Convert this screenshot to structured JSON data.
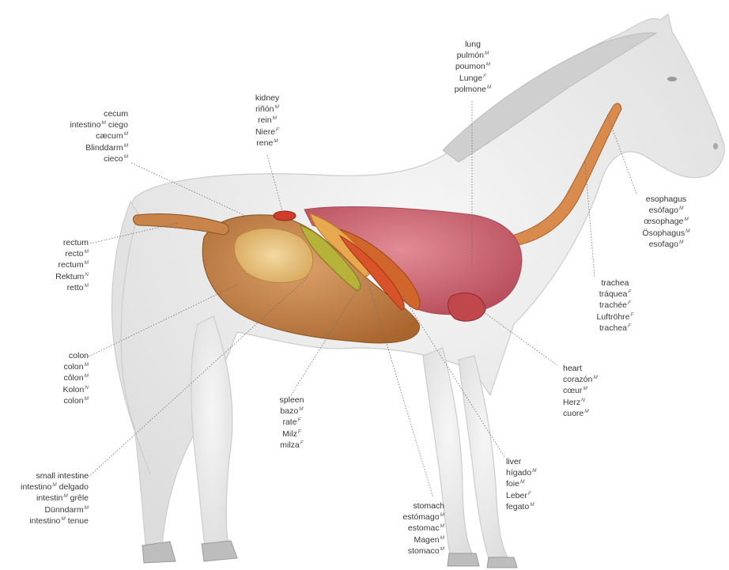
{
  "colors": {
    "horse_body": "#ececec",
    "horse_outline": "#c9c9c9",
    "lung": "#d9707c",
    "liver": "#c97a3a",
    "intestine": "#c8844a",
    "small_intestine": "#e6c27a",
    "spleen": "#d8532a",
    "stomach": "#b7b23a",
    "kidney": "#cf3c2c",
    "esophagus": "#d98a4d",
    "leader_line": "#6f6f6f",
    "text": "#3a3a3a"
  },
  "labels": {
    "cecum": {
      "lines": [
        {
          "t": "cecum"
        },
        {
          "t": "intestino",
          "g": "M",
          "r": " ciego"
        },
        {
          "t": "cæcum",
          "g": "M"
        },
        {
          "t": "Blinddarm",
          "g": "M"
        },
        {
          "t": "cieco",
          "g": "M"
        }
      ]
    },
    "kidney": {
      "lines": [
        {
          "t": "kidney"
        },
        {
          "t": "riñón",
          "g": "M"
        },
        {
          "t": "rein",
          "g": "M"
        },
        {
          "t": "Niere",
          "g": "F"
        },
        {
          "t": "rene",
          "g": "M"
        }
      ]
    },
    "lung": {
      "lines": [
        {
          "t": "lung"
        },
        {
          "t": "pulmón",
          "g": "M"
        },
        {
          "t": "poumon",
          "g": "M"
        },
        {
          "t": "Lunge",
          "g": "F"
        },
        {
          "t": "polmone",
          "g": "M"
        }
      ]
    },
    "esophagus": {
      "lines": [
        {
          "t": "esophagus"
        },
        {
          "t": "esófago",
          "g": "M"
        },
        {
          "t": "œsophage",
          "g": "M"
        },
        {
          "t": "Ösophagus",
          "g": "M"
        },
        {
          "t": "esofago",
          "g": "M"
        }
      ]
    },
    "trachea": {
      "lines": [
        {
          "t": "trachea"
        },
        {
          "t": "tráquea",
          "g": "F"
        },
        {
          "t": "trachée",
          "g": "F"
        },
        {
          "t": "Luftröhre",
          "g": "F"
        },
        {
          "t": "trachea",
          "g": "F"
        }
      ]
    },
    "rectum": {
      "lines": [
        {
          "t": "rectum"
        },
        {
          "t": "recto",
          "g": "M"
        },
        {
          "t": "rectum",
          "g": "M"
        },
        {
          "t": "Rektum",
          "g": "N"
        },
        {
          "t": "retto",
          "g": "M"
        }
      ]
    },
    "colon": {
      "lines": [
        {
          "t": "colon"
        },
        {
          "t": "colon",
          "g": "M"
        },
        {
          "t": "côlon",
          "g": "M"
        },
        {
          "t": "Kolon",
          "g": "N"
        },
        {
          "t": "colon",
          "g": "M"
        }
      ]
    },
    "spleen": {
      "lines": [
        {
          "t": "spleen"
        },
        {
          "t": "bazo",
          "g": "M"
        },
        {
          "t": "rate",
          "g": "F"
        },
        {
          "t": "Milz",
          "g": "F"
        },
        {
          "t": "milza",
          "g": "F"
        }
      ]
    },
    "heart": {
      "lines": [
        {
          "t": "heart"
        },
        {
          "t": "corazón",
          "g": "M"
        },
        {
          "t": "cœur",
          "g": "M"
        },
        {
          "t": "Herz",
          "g": "N"
        },
        {
          "t": "cuore",
          "g": "M"
        }
      ]
    },
    "small_intestine": {
      "lines": [
        {
          "t": "small intestine"
        },
        {
          "t": "intestino",
          "g": "M",
          "r": " delgado"
        },
        {
          "t": "intestin",
          "g": "M",
          "r": " grêle"
        },
        {
          "t": "Dünndarm",
          "g": "M"
        },
        {
          "t": "intestino",
          "g": "M",
          "r": " tenue"
        }
      ]
    },
    "liver": {
      "lines": [
        {
          "t": "liver"
        },
        {
          "t": "hígado",
          "g": "M"
        },
        {
          "t": "foie",
          "g": "M"
        },
        {
          "t": "Leber",
          "g": "F"
        },
        {
          "t": "fegato",
          "g": "M"
        }
      ]
    },
    "stomach": {
      "lines": [
        {
          "t": "stomach"
        },
        {
          "t": "estómago",
          "g": "M"
        },
        {
          "t": "estomac",
          "g": "M"
        },
        {
          "t": "Magen",
          "g": "M"
        },
        {
          "t": "stomaco",
          "g": "M"
        }
      ]
    }
  }
}
